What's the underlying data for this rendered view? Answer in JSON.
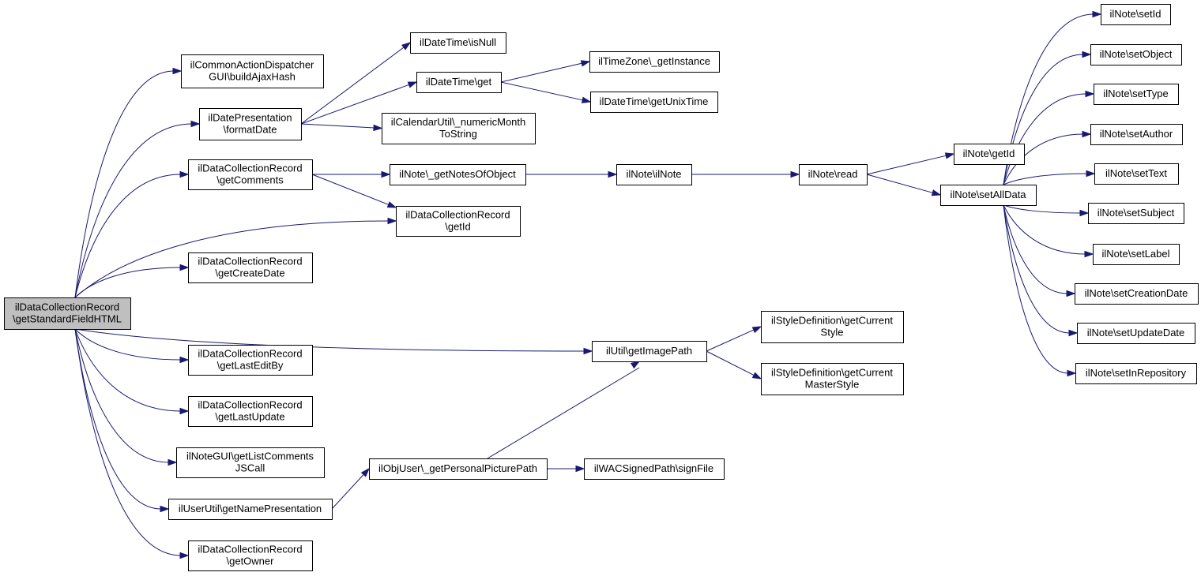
{
  "diagram": {
    "edge_color": "#191970",
    "root_fill": "#bfbfbf",
    "nodes": [
      {
        "id": "root",
        "lines": [
          "ilDataCollectionRecord",
          "\\getStandardFieldHTML"
        ],
        "root": true
      },
      {
        "id": "buildAjaxHash",
        "lines": [
          "ilCommonActionDispatcher",
          "GUI\\buildAjaxHash"
        ]
      },
      {
        "id": "formatDate",
        "lines": [
          "ilDatePresentation",
          "\\formatDate"
        ]
      },
      {
        "id": "getComments",
        "lines": [
          "ilDataCollectionRecord",
          "\\getComments"
        ]
      },
      {
        "id": "recGetId",
        "lines": [
          "ilDataCollectionRecord",
          "\\getId"
        ]
      },
      {
        "id": "getCreateDate",
        "lines": [
          "ilDataCollectionRecord",
          "\\getCreateDate"
        ]
      },
      {
        "id": "getLastEditBy",
        "lines": [
          "ilDataCollectionRecord",
          "\\getLastEditBy"
        ]
      },
      {
        "id": "getLastUpdate",
        "lines": [
          "ilDataCollectionRecord",
          "\\getLastUpdate"
        ]
      },
      {
        "id": "getListCommentsJSCall",
        "lines": [
          "ilNoteGUI\\getListComments",
          "JSCall"
        ]
      },
      {
        "id": "getNamePresentation",
        "lines": [
          "ilUserUtil\\getNamePresentation"
        ]
      },
      {
        "id": "getOwner",
        "lines": [
          "ilDataCollectionRecord",
          "\\getOwner"
        ]
      },
      {
        "id": "isNull",
        "lines": [
          "ilDateTime\\isNull"
        ]
      },
      {
        "id": "dtGet",
        "lines": [
          "ilDateTime\\get"
        ]
      },
      {
        "id": "tzGetInstance",
        "lines": [
          "ilTimeZone\\_getInstance"
        ]
      },
      {
        "id": "getUnixTime",
        "lines": [
          "ilDateTime\\getUnixTime"
        ]
      },
      {
        "id": "numericMonth",
        "lines": [
          "ilCalendarUtil\\_numericMonth",
          "ToString"
        ]
      },
      {
        "id": "getNotesOfObject",
        "lines": [
          "ilNote\\_getNotesOfObject"
        ]
      },
      {
        "id": "noteCtor",
        "lines": [
          "ilNote\\ilNote"
        ]
      },
      {
        "id": "noteRead",
        "lines": [
          "ilNote\\read"
        ]
      },
      {
        "id": "noteGetId",
        "lines": [
          "ilNote\\getId"
        ]
      },
      {
        "id": "setAllData",
        "lines": [
          "ilNote\\setAllData"
        ]
      },
      {
        "id": "setId",
        "lines": [
          "ilNote\\setId"
        ]
      },
      {
        "id": "setObject",
        "lines": [
          "ilNote\\setObject"
        ]
      },
      {
        "id": "setType",
        "lines": [
          "ilNote\\setType"
        ]
      },
      {
        "id": "setAuthor",
        "lines": [
          "ilNote\\setAuthor"
        ]
      },
      {
        "id": "setText",
        "lines": [
          "ilNote\\setText"
        ]
      },
      {
        "id": "setSubject",
        "lines": [
          "ilNote\\setSubject"
        ]
      },
      {
        "id": "setLabel",
        "lines": [
          "ilNote\\setLabel"
        ]
      },
      {
        "id": "setCreationDate",
        "lines": [
          "ilNote\\setCreationDate"
        ]
      },
      {
        "id": "setUpdateDate",
        "lines": [
          "ilNote\\setUpdateDate"
        ]
      },
      {
        "id": "setInRepository",
        "lines": [
          "ilNote\\setInRepository"
        ]
      },
      {
        "id": "getImagePath",
        "lines": [
          "ilUtil\\getImagePath"
        ]
      },
      {
        "id": "getCurrentStyle",
        "lines": [
          "ilStyleDefinition\\getCurrent",
          "Style"
        ]
      },
      {
        "id": "getCurrentMasterStyle",
        "lines": [
          "ilStyleDefinition\\getCurrent",
          "MasterStyle"
        ]
      },
      {
        "id": "getPersonalPicturePath",
        "lines": [
          "ilObjUser\\_getPersonalPicturePath"
        ]
      },
      {
        "id": "signFile",
        "lines": [
          "ilWACSignedPath\\signFile"
        ]
      }
    ],
    "edges": [
      [
        "root",
        "buildAjaxHash"
      ],
      [
        "root",
        "formatDate"
      ],
      [
        "root",
        "getComments"
      ],
      [
        "root",
        "recGetId"
      ],
      [
        "root",
        "getCreateDate"
      ],
      [
        "root",
        "getImagePath"
      ],
      [
        "root",
        "getLastEditBy"
      ],
      [
        "root",
        "getLastUpdate"
      ],
      [
        "root",
        "getListCommentsJSCall"
      ],
      [
        "root",
        "getNamePresentation"
      ],
      [
        "root",
        "getOwner"
      ],
      [
        "formatDate",
        "isNull"
      ],
      [
        "formatDate",
        "dtGet"
      ],
      [
        "formatDate",
        "numericMonth"
      ],
      [
        "dtGet",
        "tzGetInstance"
      ],
      [
        "dtGet",
        "getUnixTime"
      ],
      [
        "getComments",
        "getNotesOfObject"
      ],
      [
        "getComments",
        "recGetId"
      ],
      [
        "getNotesOfObject",
        "noteCtor"
      ],
      [
        "noteCtor",
        "noteRead"
      ],
      [
        "noteRead",
        "noteGetId"
      ],
      [
        "noteRead",
        "setAllData"
      ],
      [
        "setAllData",
        "setId"
      ],
      [
        "setAllData",
        "setObject"
      ],
      [
        "setAllData",
        "setType"
      ],
      [
        "setAllData",
        "setAuthor"
      ],
      [
        "setAllData",
        "setText"
      ],
      [
        "setAllData",
        "setSubject"
      ],
      [
        "setAllData",
        "setLabel"
      ],
      [
        "setAllData",
        "setCreationDate"
      ],
      [
        "setAllData",
        "setUpdateDate"
      ],
      [
        "setAllData",
        "setInRepository"
      ],
      [
        "getImagePath",
        "getCurrentStyle"
      ],
      [
        "getImagePath",
        "getCurrentMasterStyle"
      ],
      [
        "getNamePresentation",
        "getPersonalPicturePath"
      ],
      [
        "getPersonalPicturePath",
        "getImagePath"
      ],
      [
        "getPersonalPicturePath",
        "signFile"
      ]
    ]
  }
}
